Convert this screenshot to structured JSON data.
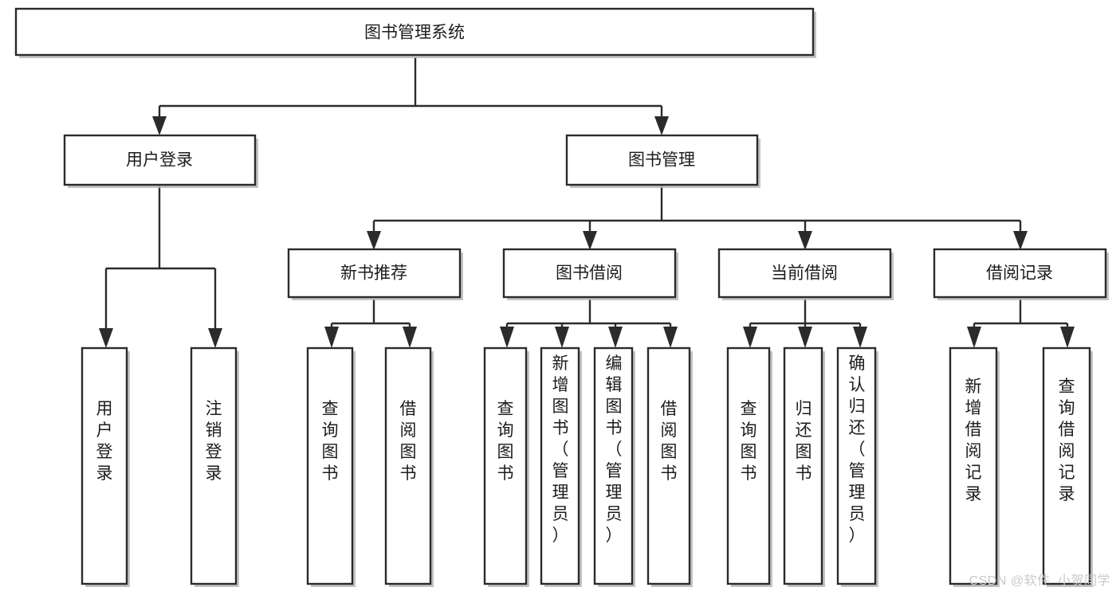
{
  "diagram": {
    "type": "tree-hierarchy",
    "title": "图书管理系统",
    "watermark": "CSDN @软件_小贺同学",
    "colors": {
      "box_fill": "#ffffff",
      "box_stroke": "#2b2b2b",
      "text": "#1c1c1c",
      "shadow": "#b9b9b9",
      "watermark": "#c9c9c9"
    },
    "levels": {
      "root": {
        "label": "图书管理系统",
        "orientation": "horizontal"
      },
      "level2": [
        {
          "label": "用户登录",
          "orientation": "horizontal"
        },
        {
          "label": "图书管理",
          "orientation": "horizontal"
        }
      ],
      "level3": [
        {
          "label": "新书推荐",
          "orientation": "horizontal",
          "parent": "图书管理"
        },
        {
          "label": "图书借阅",
          "orientation": "horizontal",
          "parent": "图书管理"
        },
        {
          "label": "当前借阅",
          "orientation": "horizontal",
          "parent": "图书管理"
        },
        {
          "label": "借阅记录",
          "orientation": "horizontal",
          "parent": "图书管理"
        }
      ],
      "leaves": [
        {
          "label": "用户登录",
          "orientation": "vertical",
          "parent": "用户登录"
        },
        {
          "label": "注销登录",
          "orientation": "vertical",
          "parent": "用户登录"
        },
        {
          "label": "查询图书",
          "orientation": "vertical",
          "parent": "新书推荐"
        },
        {
          "label": "借阅图书",
          "orientation": "vertical",
          "parent": "新书推荐"
        },
        {
          "label": "查询图书",
          "orientation": "vertical",
          "parent": "图书借阅"
        },
        {
          "label": "新增图书（管理员）",
          "orientation": "vertical",
          "parent": "图书借阅"
        },
        {
          "label": "编辑图书（管理员）",
          "orientation": "vertical",
          "parent": "图书借阅"
        },
        {
          "label": "借阅图书",
          "orientation": "vertical",
          "parent": "图书借阅"
        },
        {
          "label": "查询图书",
          "orientation": "vertical",
          "parent": "当前借阅"
        },
        {
          "label": "归还图书",
          "orientation": "vertical",
          "parent": "当前借阅"
        },
        {
          "label": "确认归还（管理员）",
          "orientation": "vertical",
          "parent": "当前借阅"
        },
        {
          "label": "新增借阅记录",
          "orientation": "vertical",
          "parent": "借阅记录"
        },
        {
          "label": "查询借阅记录",
          "orientation": "vertical",
          "parent": "借阅记录"
        }
      ]
    }
  }
}
